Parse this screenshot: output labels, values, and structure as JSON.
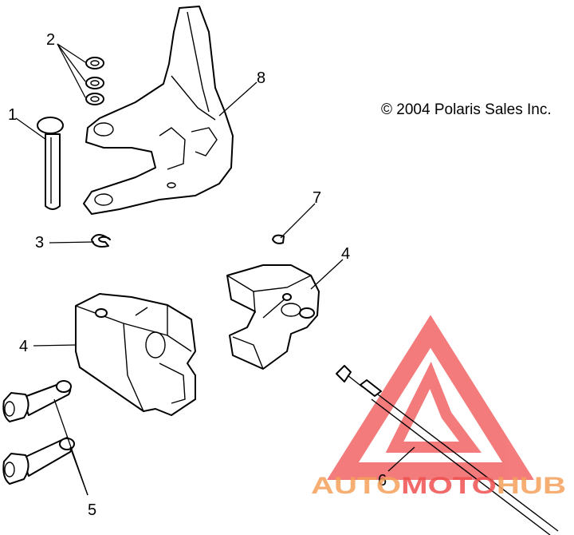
{
  "copyright": "© 2004 Polaris Sales Inc.",
  "callouts": {
    "c1": "1",
    "c2": "2",
    "c3": "3",
    "c4a": "4",
    "c4b": "4",
    "c5": "5",
    "c6": "6",
    "c7": "7",
    "c8": "8"
  },
  "watermark": {
    "part1": "AUTO",
    "part2": "MOTO",
    "part3": "HUB",
    "color_orange": "#f5a05a",
    "color_red": "#f05050"
  },
  "parts": {
    "p1": "pin-icon",
    "p2": "washer-icon",
    "p3": "clip-icon",
    "p4": "block-icon",
    "p5": "bolt-icon",
    "p6": "cable-icon",
    "p7": "e-clip-icon",
    "p8": "bracket-icon"
  }
}
